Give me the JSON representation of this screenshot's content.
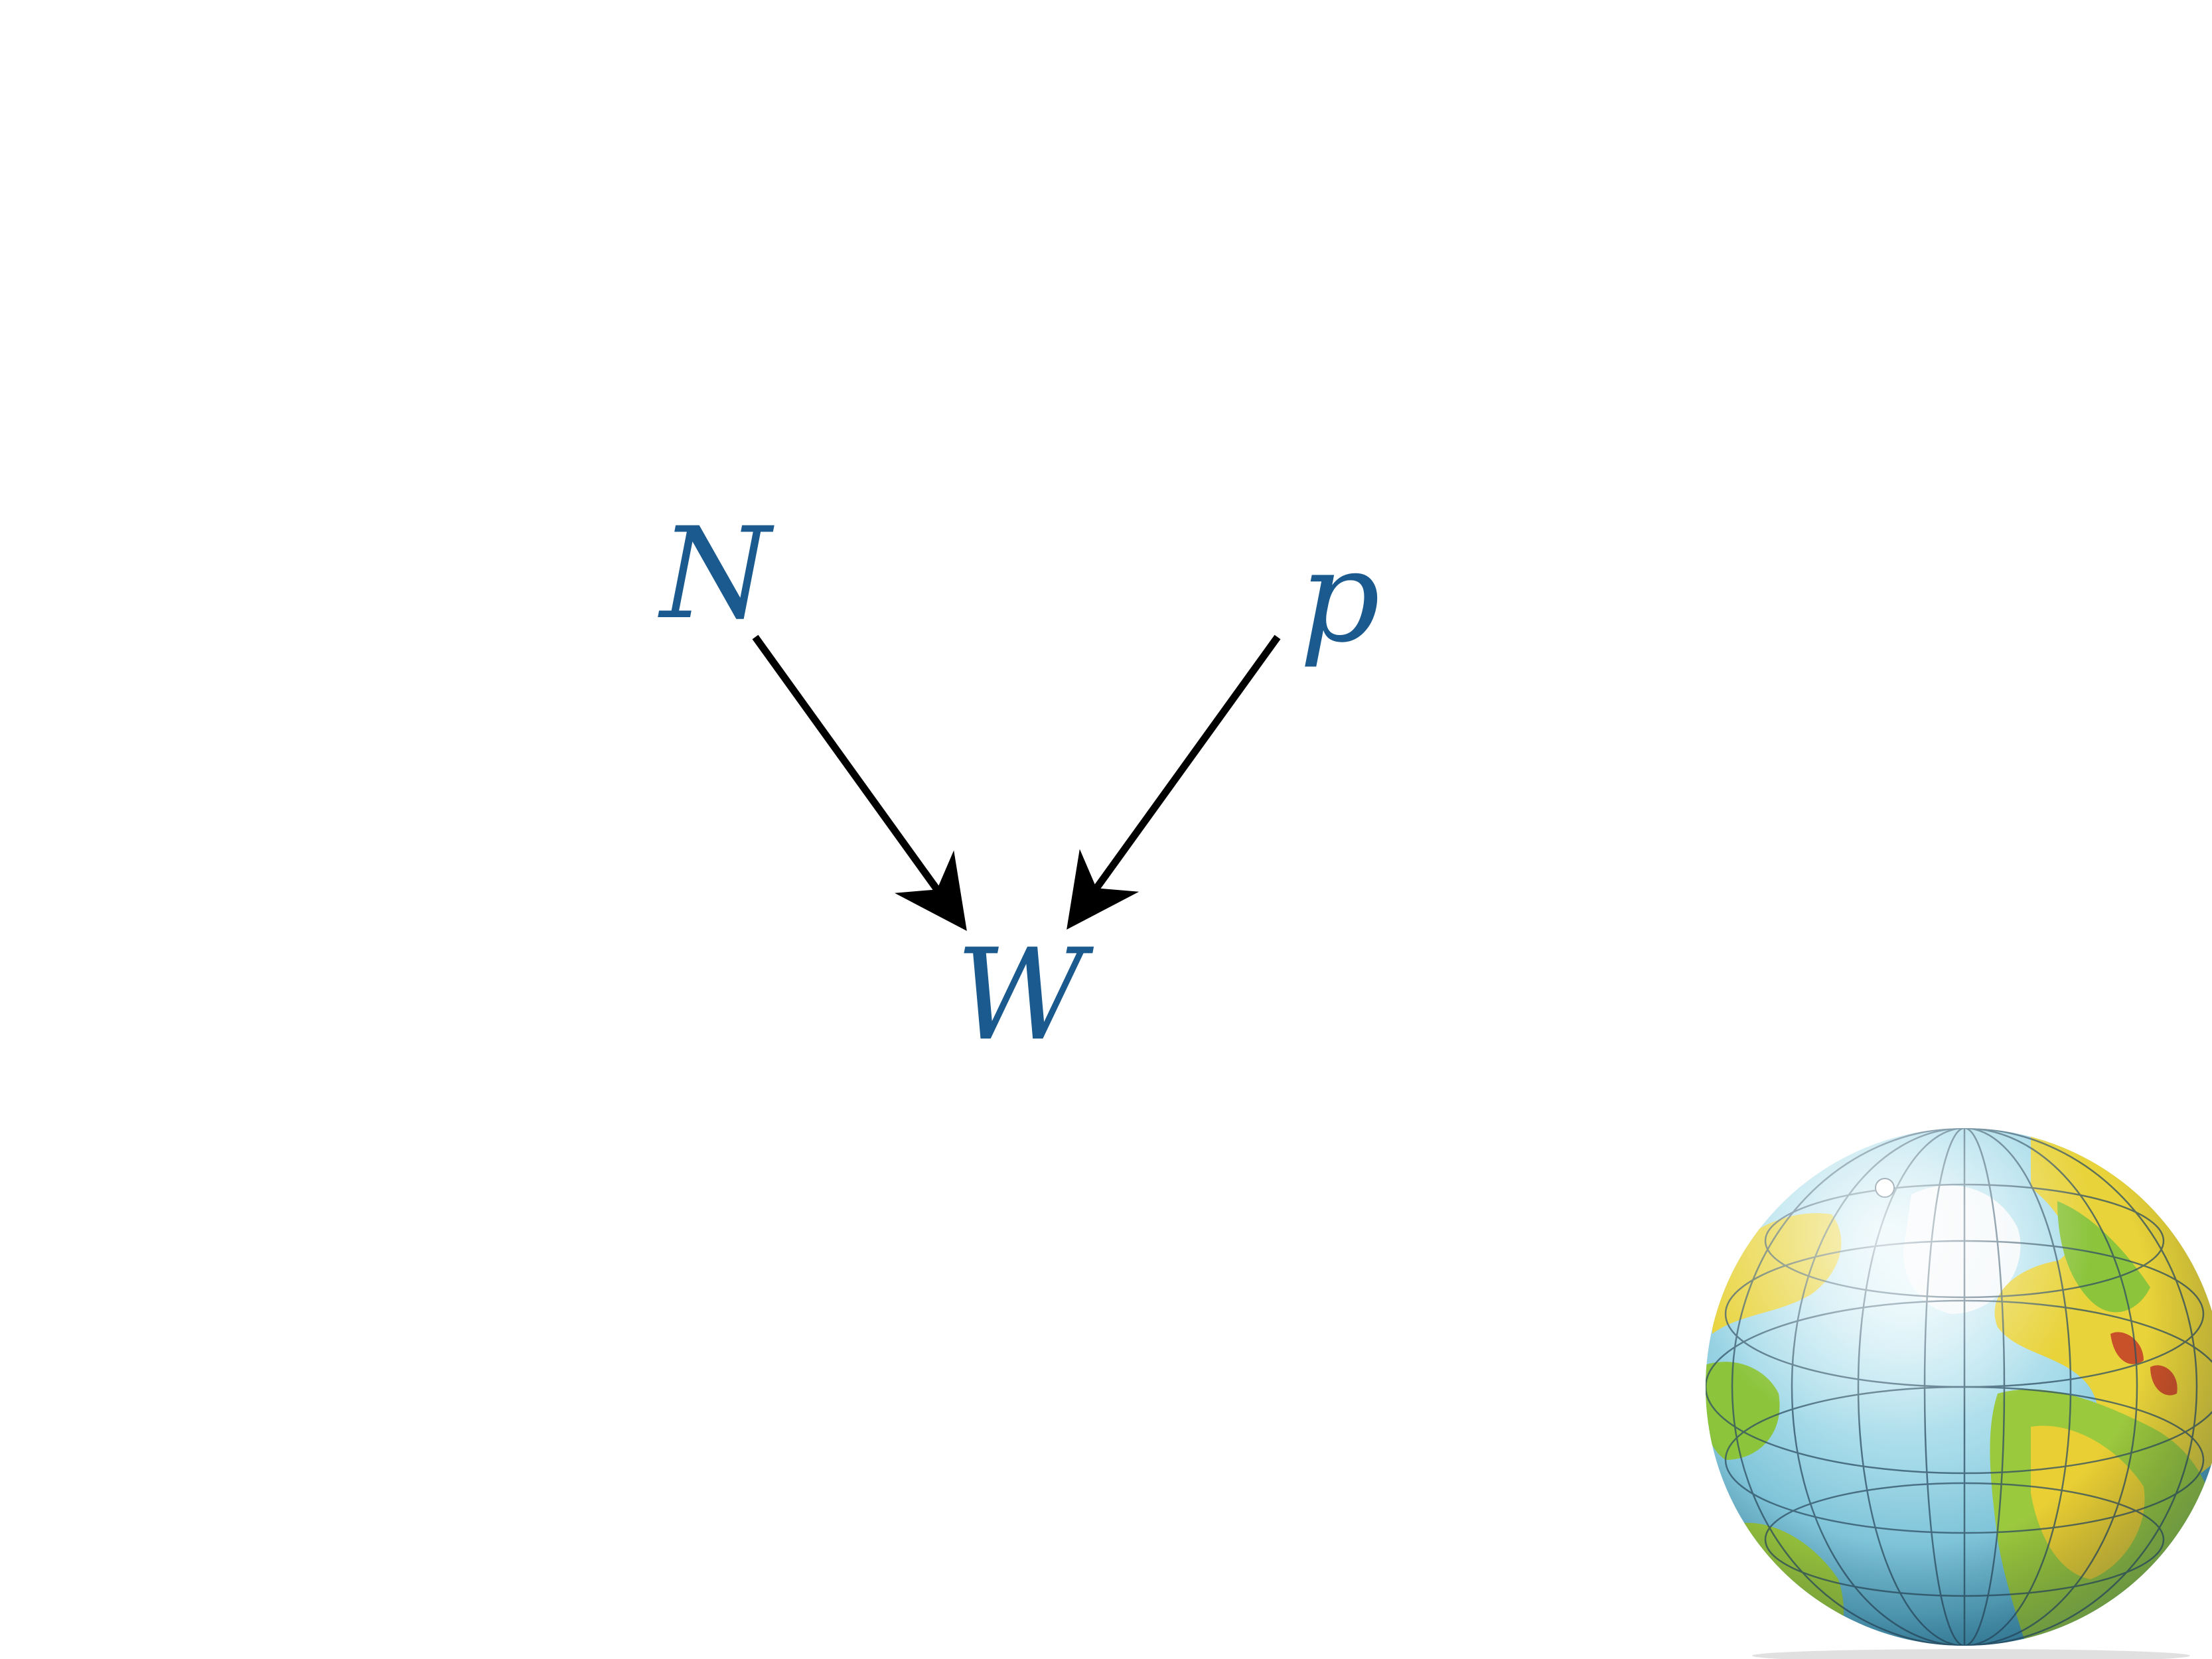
{
  "diagram": {
    "nodes": [
      {
        "id": "N",
        "label": "N"
      },
      {
        "id": "p",
        "label": "p"
      },
      {
        "id": "W",
        "label": "W"
      }
    ],
    "edges": [
      {
        "from": "N",
        "to": "W"
      },
      {
        "from": "p",
        "to": "W"
      }
    ]
  },
  "colors": {
    "node_text": "#1b5a8e",
    "arrow": "#000000",
    "background": "#ffffff"
  },
  "decor": {
    "icon": "globe-icon"
  }
}
